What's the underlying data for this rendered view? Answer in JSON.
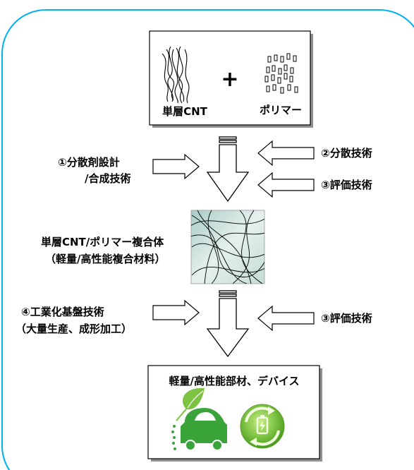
{
  "materials": {
    "cnt_label": "単層CNT",
    "plus_sign": "+",
    "polymer_label": "ポリマー"
  },
  "techniques_left_1": [
    "①分散剤設計",
    "/合成技術"
  ],
  "techniques_right_1": [
    "②分散技術",
    "③評価技術"
  ],
  "composite": [
    "単層CNT/ポリマー複合体",
    "（軽量/高性能複合材料）"
  ],
  "techniques_left_2": [
    "④工業化基盤技術",
    "（大量生産、成形加工）"
  ],
  "techniques_right_2": [
    "③評価技術"
  ],
  "product": {
    "label": "軽量/高性能部材、デバイス"
  },
  "colors": {
    "frame_border": "#00b0f0",
    "green_icon": "#3aa43a",
    "composite_tint": "#bcd8d4"
  }
}
